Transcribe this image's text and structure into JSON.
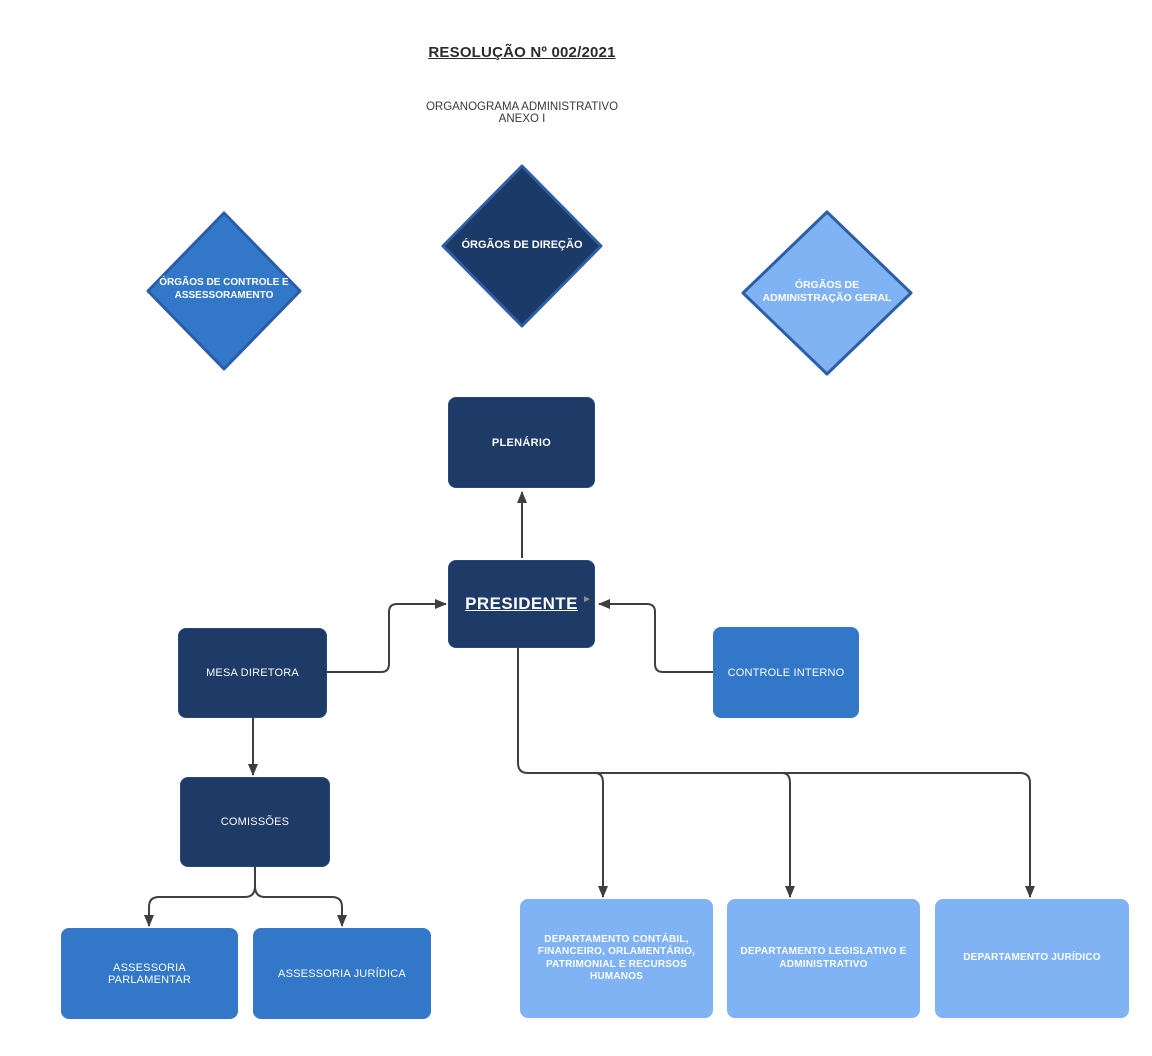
{
  "title": {
    "text": "RESOLUÇÃO Nº 002/2021"
  },
  "subtitle": {
    "line1": "ORGANOGRAMA ADMINISTRATIVO",
    "line2": "ANEXO I"
  },
  "diamonds": {
    "controle": {
      "label": "ÓRGÃOS DE CONTROLE E ASSESSORAMENTO",
      "fill": "#3377c9",
      "border": "#2a5caa"
    },
    "direcao": {
      "label": "ÓRGÃOS DE DIREÇÃO",
      "fill": "#1b3a67",
      "border": "#2d5fa7"
    },
    "admin": {
      "label": "ÓRGÃOS DE ADMINISTRAÇÃO GERAL",
      "fill": "#7fb3f4",
      "border": "#2d5fa7"
    }
  },
  "nodes": {
    "plenario": {
      "label": "PLENÁRIO",
      "fill": "#1e3a66"
    },
    "presidente": {
      "label": "PRESIDENTE",
      "fill": "#1e3a66"
    },
    "mesa": {
      "label": "MESA DIRETORA",
      "fill": "#1e3a66"
    },
    "comissoes": {
      "label": "COMISSÕES",
      "fill": "#1e3a66"
    },
    "controle_interno": {
      "label": "CONTROLE INTERNO",
      "fill": "#3377c8"
    },
    "assessoria_parlamentar": {
      "label": "ASSESSORIA PARLAMENTAR",
      "fill": "#3377c8"
    },
    "assessoria_juridica": {
      "label": "ASSESSORIA JURÍDICA",
      "fill": "#3377c8"
    },
    "dept_contabil": {
      "label": "DEPARTAMENTO CONTÁBIL, FINANCEIRO, ORLAMENTÁRIO, PATRIMONIAL E RECURSOS HUMANOS",
      "fill": "#80b3f4"
    },
    "dept_legislativo": {
      "label": "DEPARTAMENTO LEGISLATIVO E ADMINISTRATIVO",
      "fill": "#80b3f4"
    },
    "dept_juridico": {
      "label": "DEPARTAMENTO JURÍDICO",
      "fill": "#80b3f4"
    }
  },
  "edges": [
    {
      "from": "PRESIDENTE",
      "to": "PLENÁRIO"
    },
    {
      "from": "MESA DIRETORA",
      "to": "PRESIDENTE"
    },
    {
      "from": "CONTROLE INTERNO",
      "to": "PRESIDENTE"
    },
    {
      "from": "MESA DIRETORA",
      "to": "COMISSÕES"
    },
    {
      "from": "COMISSÕES",
      "to": "ASSESSORIA PARLAMENTAR"
    },
    {
      "from": "COMISSÕES",
      "to": "ASSESSORIA JURÍDICA"
    },
    {
      "from": "PRESIDENTE",
      "to": "DEPARTAMENTO CONTÁBIL, FINANCEIRO, ORLAMENTÁRIO, PATRIMONIAL E RECURSOS HUMANOS"
    },
    {
      "from": "PRESIDENTE",
      "to": "DEPARTAMENTO LEGISLATIVO E ADMINISTRATIVO"
    },
    {
      "from": "PRESIDENTE",
      "to": "DEPARTAMENTO JURÍDICO"
    }
  ],
  "colors": {
    "connector": "#3f3f3f",
    "node_text": "#fcfcfc",
    "title_text": "#2b2b2b",
    "background": "#ffffff"
  },
  "artifacts": {
    "cursor_mark": "►"
  }
}
